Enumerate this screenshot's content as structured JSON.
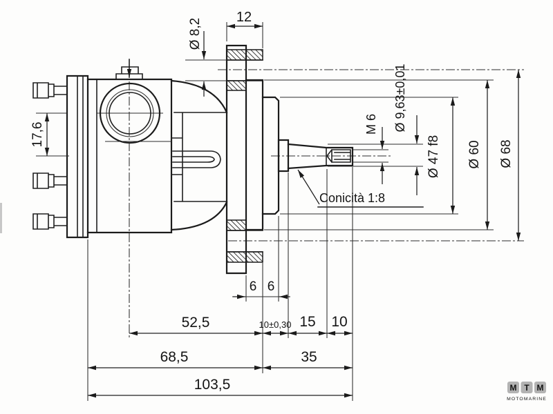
{
  "drawing": {
    "dimensions": {
      "hole_diameter": "Ø 8,2",
      "boss_depth": "12",
      "port_offset": "17,6",
      "thread_size": "M 6",
      "taper_diameter": "Ø 9,63±0,01",
      "pilot_diameter": "Ø 47 f8",
      "boss_diameter": "Ø 60",
      "bolt_circle": "Ø 68",
      "flange_step_1": "6",
      "flange_step_2": "6",
      "center_to_flange": "52,5",
      "flange_to_shoulder": "10±0,30",
      "shoulder_to_taper": "15",
      "taper_to_end": "10",
      "body_to_flange": "68,5",
      "flange_to_end": "35",
      "overall_length": "103,5"
    },
    "annotations": {
      "taper_note": "Conicità 1:8"
    },
    "logo": {
      "letters": [
        "M",
        "T",
        "M"
      ],
      "subtitle": "MOTOMARINE",
      "tile_color": "#b3b3b3"
    }
  }
}
